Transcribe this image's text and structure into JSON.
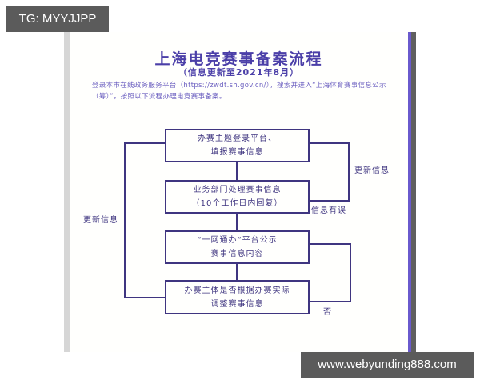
{
  "watermarks": {
    "top_left": "TG: MYYJJPP",
    "bottom_right": "www.webyunding888.com"
  },
  "document": {
    "title": "上海电竞赛事备案流程",
    "subtitle": "（信息更新至2021年8月）",
    "intro": "登录本市在线政务服务平台（https://zwdt.sh.gov.cn/），搜索并进入“上海体育赛事信息公示（筹）”，按照以下流程办理电竞赛事备案。"
  },
  "flowchart": {
    "steps": [
      {
        "line1": "办赛主题登录平台、",
        "line2": "填报赛事信息"
      },
      {
        "line1": "业务部门处理赛事信息",
        "line2": "（10个工作日内回复）"
      },
      {
        "line1": "“一网通办“平台公示",
        "line2": "赛事信息内容"
      },
      {
        "line1": "办赛主体是否根据办赛实际",
        "line2": "调整赛事信息"
      }
    ],
    "labels": {
      "update_info_right": "更新信息",
      "info_error": "信息有误",
      "update_info_left": "更新信息",
      "no": "否"
    }
  },
  "colors": {
    "title": "#4b3fa8",
    "line": "#3f3580",
    "intro_text": "#6b5fc0",
    "watermark_bg": "#5b5b5b"
  }
}
